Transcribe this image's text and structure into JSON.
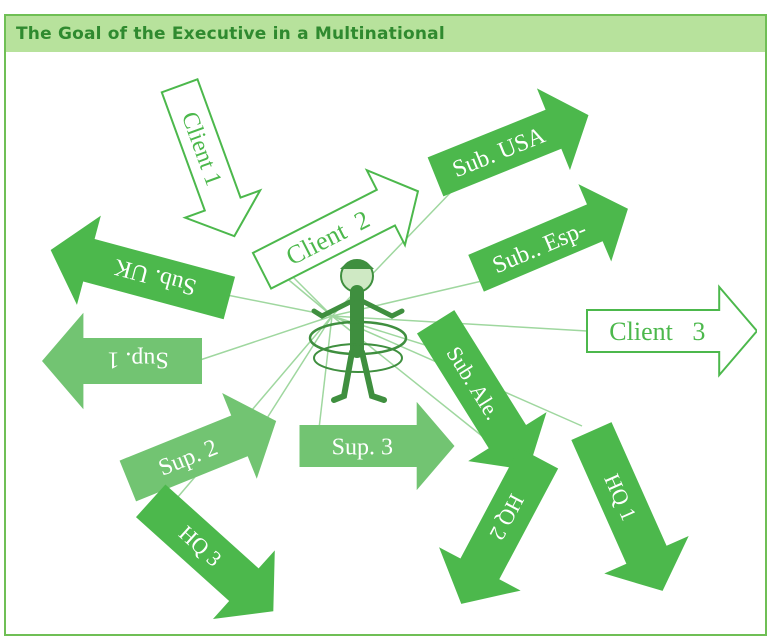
{
  "title": "The Goal of the Executive in a Multinational",
  "colors": {
    "frame": "#6fbf55",
    "title_bg": "#b7e29c",
    "title_text": "#2f8a2f",
    "arrow_solid": "#4cb84c",
    "arrow_light": "#72c472",
    "arrow_outline": "#4cb84c",
    "connector": "#9fd79f"
  },
  "figure": {
    "center_icon": "executive-hula-hoop-figure",
    "arrows": [
      {
        "id": "client-1",
        "label": "Client 1",
        "style": "outline"
      },
      {
        "id": "client-2",
        "label": "Client  2",
        "style": "outline"
      },
      {
        "id": "client-3",
        "label": "Client   3",
        "style": "outline"
      },
      {
        "id": "sub-usa",
        "label": "Sub. USA",
        "style": "solid"
      },
      {
        "id": "sub-esp",
        "label": "Sub.. Esp-",
        "style": "solid"
      },
      {
        "id": "sub-uk",
        "label": "Sub. UK",
        "style": "solid"
      },
      {
        "id": "sup-1",
        "label": "Sup. 1",
        "style": "light"
      },
      {
        "id": "sup-2",
        "label": "Sup. 2",
        "style": "light"
      },
      {
        "id": "sup-3",
        "label": "Sup. 3",
        "style": "light"
      },
      {
        "id": "sub-ale",
        "label": "Sub. Ale.",
        "style": "solid"
      },
      {
        "id": "hq-1",
        "label": "HQ 1",
        "style": "solid"
      },
      {
        "id": "hq-2",
        "label": "HQ 2",
        "style": "solid"
      },
      {
        "id": "hq-3",
        "label": "HQ 3",
        "style": "solid"
      }
    ]
  }
}
